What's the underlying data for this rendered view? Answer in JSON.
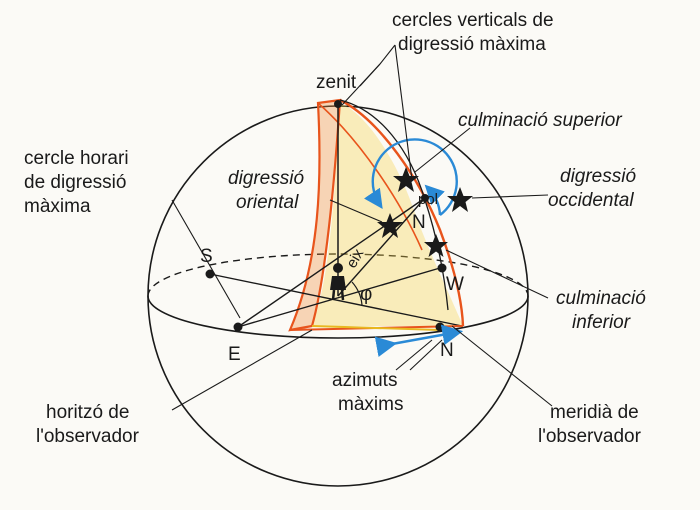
{
  "labels": {
    "cercles_verticals_line1": "cercles verticals de",
    "cercles_verticals_line2": "digressió màxima",
    "zenit": "zenit",
    "culminacio_superior": "culminació superior",
    "cercle_horari_line1": "cercle horari",
    "cercle_horari_line2": "de digressió",
    "cercle_horari_line3": "màxima",
    "digressio_oriental_line1": "digressió",
    "digressio_oriental_line2": "oriental",
    "digressio_occidental_line1": "digressió",
    "digressio_occidental_line2": "occidental",
    "pol": "pol",
    "N_upper": "N",
    "S": "S",
    "W": "W",
    "E": "E",
    "N": "N",
    "phi": "φ",
    "eix": "eix",
    "culminacio_inferior_line1": "culminació",
    "culminacio_inferior_line2": "inferior",
    "azimuts_line1": "azimuts",
    "azimuts_line2": "màxims",
    "horitzo_line1": "horitzó de",
    "horitzo_line2": "l'observador",
    "meridia_line1": "meridià de",
    "meridia_line2": "l'observador"
  },
  "colors": {
    "vertical_circle": "#e8541c",
    "hour_circle_fill": "#f5d24a",
    "arrow_blue": "#2a8ad6",
    "ink": "#1a1a1a"
  }
}
